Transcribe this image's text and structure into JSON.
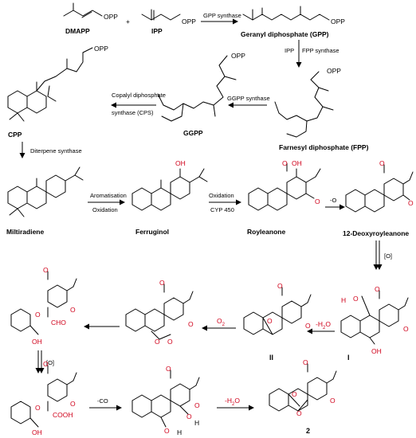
{
  "compounds": {
    "dmapp": "DMAPP",
    "ipp": "IPP",
    "gpp": "Geranyl diphosphate (GPP)",
    "fpp": "Farnesyl diphosphate (FPP)",
    "ggpp": "GGPP",
    "cpp": "CPP",
    "miltiradiene": "Miltiradiene",
    "ferruginol": "Ferruginol",
    "royleanone": "Royleanone",
    "deoxyroyleanone": "12-Deoxyroyleanone",
    "int_one": "I",
    "int_two": "II",
    "product": "2"
  },
  "plus": "+",
  "reagents": {
    "gpp_synthase": "GPP synthase",
    "ipp": "IPP",
    "fpp_synthase": "FPP synthase",
    "ggpp_synthase": "GGPP synthase",
    "cps_line1": "Copalyl diphosphate",
    "cps_line2": "synthase (CPS)",
    "diterpene_synthase": "Diterpene synthase",
    "aromatisation": "Aromatisation",
    "oxidation": "Oxidation",
    "oxidation2": "Oxidation",
    "cyp450": "CYP 450",
    "minus_o": "-O",
    "o_bracket": "[O]",
    "o_bracket2": "[O]",
    "o2": "O",
    "o2_sub": "2",
    "minus_h2o_a": "-H",
    "minus_h2o_b": "-H",
    "minus_co": "-CO"
  },
  "atoms": {
    "opp": "OPP",
    "oh": "OH",
    "o": "O",
    "h": "H",
    "cho": "CHO",
    "cooh": "COOH",
    "two": "2"
  }
}
